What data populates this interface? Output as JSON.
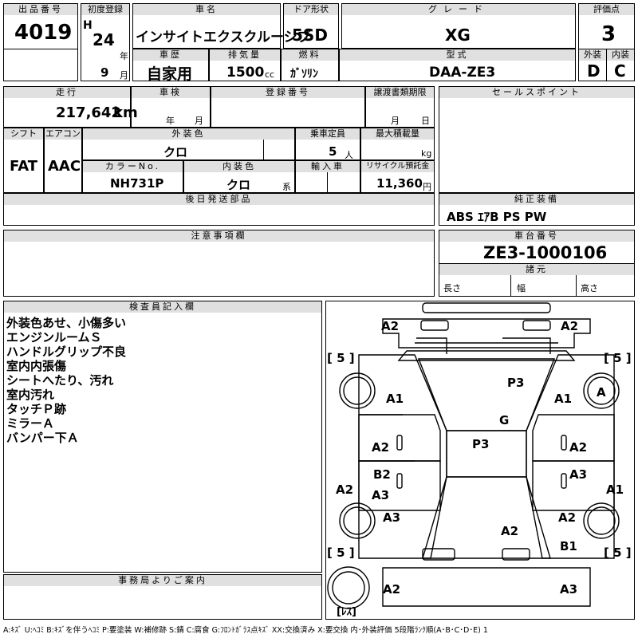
{
  "header": {
    "lot_label": "出品番号",
    "lot_no": "4019",
    "reg_label": "初度登録",
    "era": "H",
    "year": "24",
    "year_unit": "年",
    "month": "9",
    "month_unit": "月",
    "name_label": "車名",
    "name": "インサイトエクスクルーシブ",
    "door_label": "ドア形状",
    "door": "5SD",
    "grade_label": "グレード",
    "grade": "XG",
    "score_label": "評価点",
    "score": "3",
    "history_label": "車歴",
    "history": "自家用",
    "disp_label": "排気量",
    "disp": "1500",
    "disp_unit": "cc",
    "fuel_label": "燃料",
    "fuel": "ｶﾞｿﾘﾝ",
    "model_label": "型式",
    "model": "DAA-ZE3",
    "ext_label": "外装",
    "ext": "D",
    "int_label": "内装",
    "int": "C"
  },
  "specs": {
    "mileage_label": "走行",
    "mileage": "217,642",
    "mileage_unit": "km",
    "inspection_label": "車検",
    "insp_year_unit": "年",
    "insp_month_unit": "月",
    "regno_label": "登録番号",
    "transfer_label": "譲渡書類期限",
    "transfer_month": "月",
    "transfer_day": "日",
    "sales_label": "セールスポイント",
    "shift_label": "シフト",
    "shift": "FAT",
    "ac_label": "エアコン",
    "ac": "AAC",
    "color_label": "外装色",
    "color": "クロ",
    "capacity_label": "乗車定員",
    "capacity": "5",
    "capacity_unit": "人",
    "load_label": "最大積載量",
    "load_unit": "kg",
    "colorno_label": "カラーNo.",
    "colorno": "NH731P",
    "intcolor_label": "内装色",
    "intcolor": "クロ",
    "intcolor_unit": "系",
    "import_label": "輸入車",
    "recycle_label": "リサイクル預託金",
    "recycle": "11,360",
    "recycle_unit": "円",
    "later_label": "後日発送部品",
    "equip_label": "純正装備",
    "equip": "ABS ｴｱB PS PW",
    "notes_label": "注意事項欄",
    "chassis_label": "車台番号",
    "chassis": "ZE3-1000106",
    "dims_label": "諸元",
    "length_label": "長さ",
    "width_label": "幅",
    "height_label": "高さ"
  },
  "inspector": {
    "title": "検査員記入欄",
    "notes": [
      "外装色あせ、小傷多い",
      "エンジンルームＳ",
      "ハンドルグリップ不良",
      "室内内張傷",
      "シートへたり、汚れ",
      "室内汚れ",
      "タッチＰ跡",
      "ミラーＡ",
      "バンパー下Ａ"
    ]
  },
  "office_label": "事務局よりご案内",
  "diagram": {
    "marks": [
      "A2",
      "A2",
      "[ 5 ]",
      "[ 5 ]",
      "A1",
      "P3",
      "A1",
      "A",
      "G",
      "A2",
      "P3",
      "A2",
      "B2",
      "A3",
      "A3",
      "A2",
      "A1",
      "A3",
      "A2",
      "A2",
      "A2",
      "A2",
      "B1",
      "[ 5 ]",
      "[ 5 ]",
      "A2",
      "A3",
      "[ﾚｽ]"
    ]
  },
  "legend": "A:ｷｽﾞ U:ﾍｺﾐ B:ｷｽﾞを伴うﾍｺﾐ P:要塗装 W:補修跡 S:錆 C:腐食 G:ﾌﾛﾝﾄｶﾞﾗｽ点ｷｽﾞ XX:交換済み X:要交換 内･外装評価 5段階ﾗﾝｸ順(A･B･C･D･E) 1"
}
